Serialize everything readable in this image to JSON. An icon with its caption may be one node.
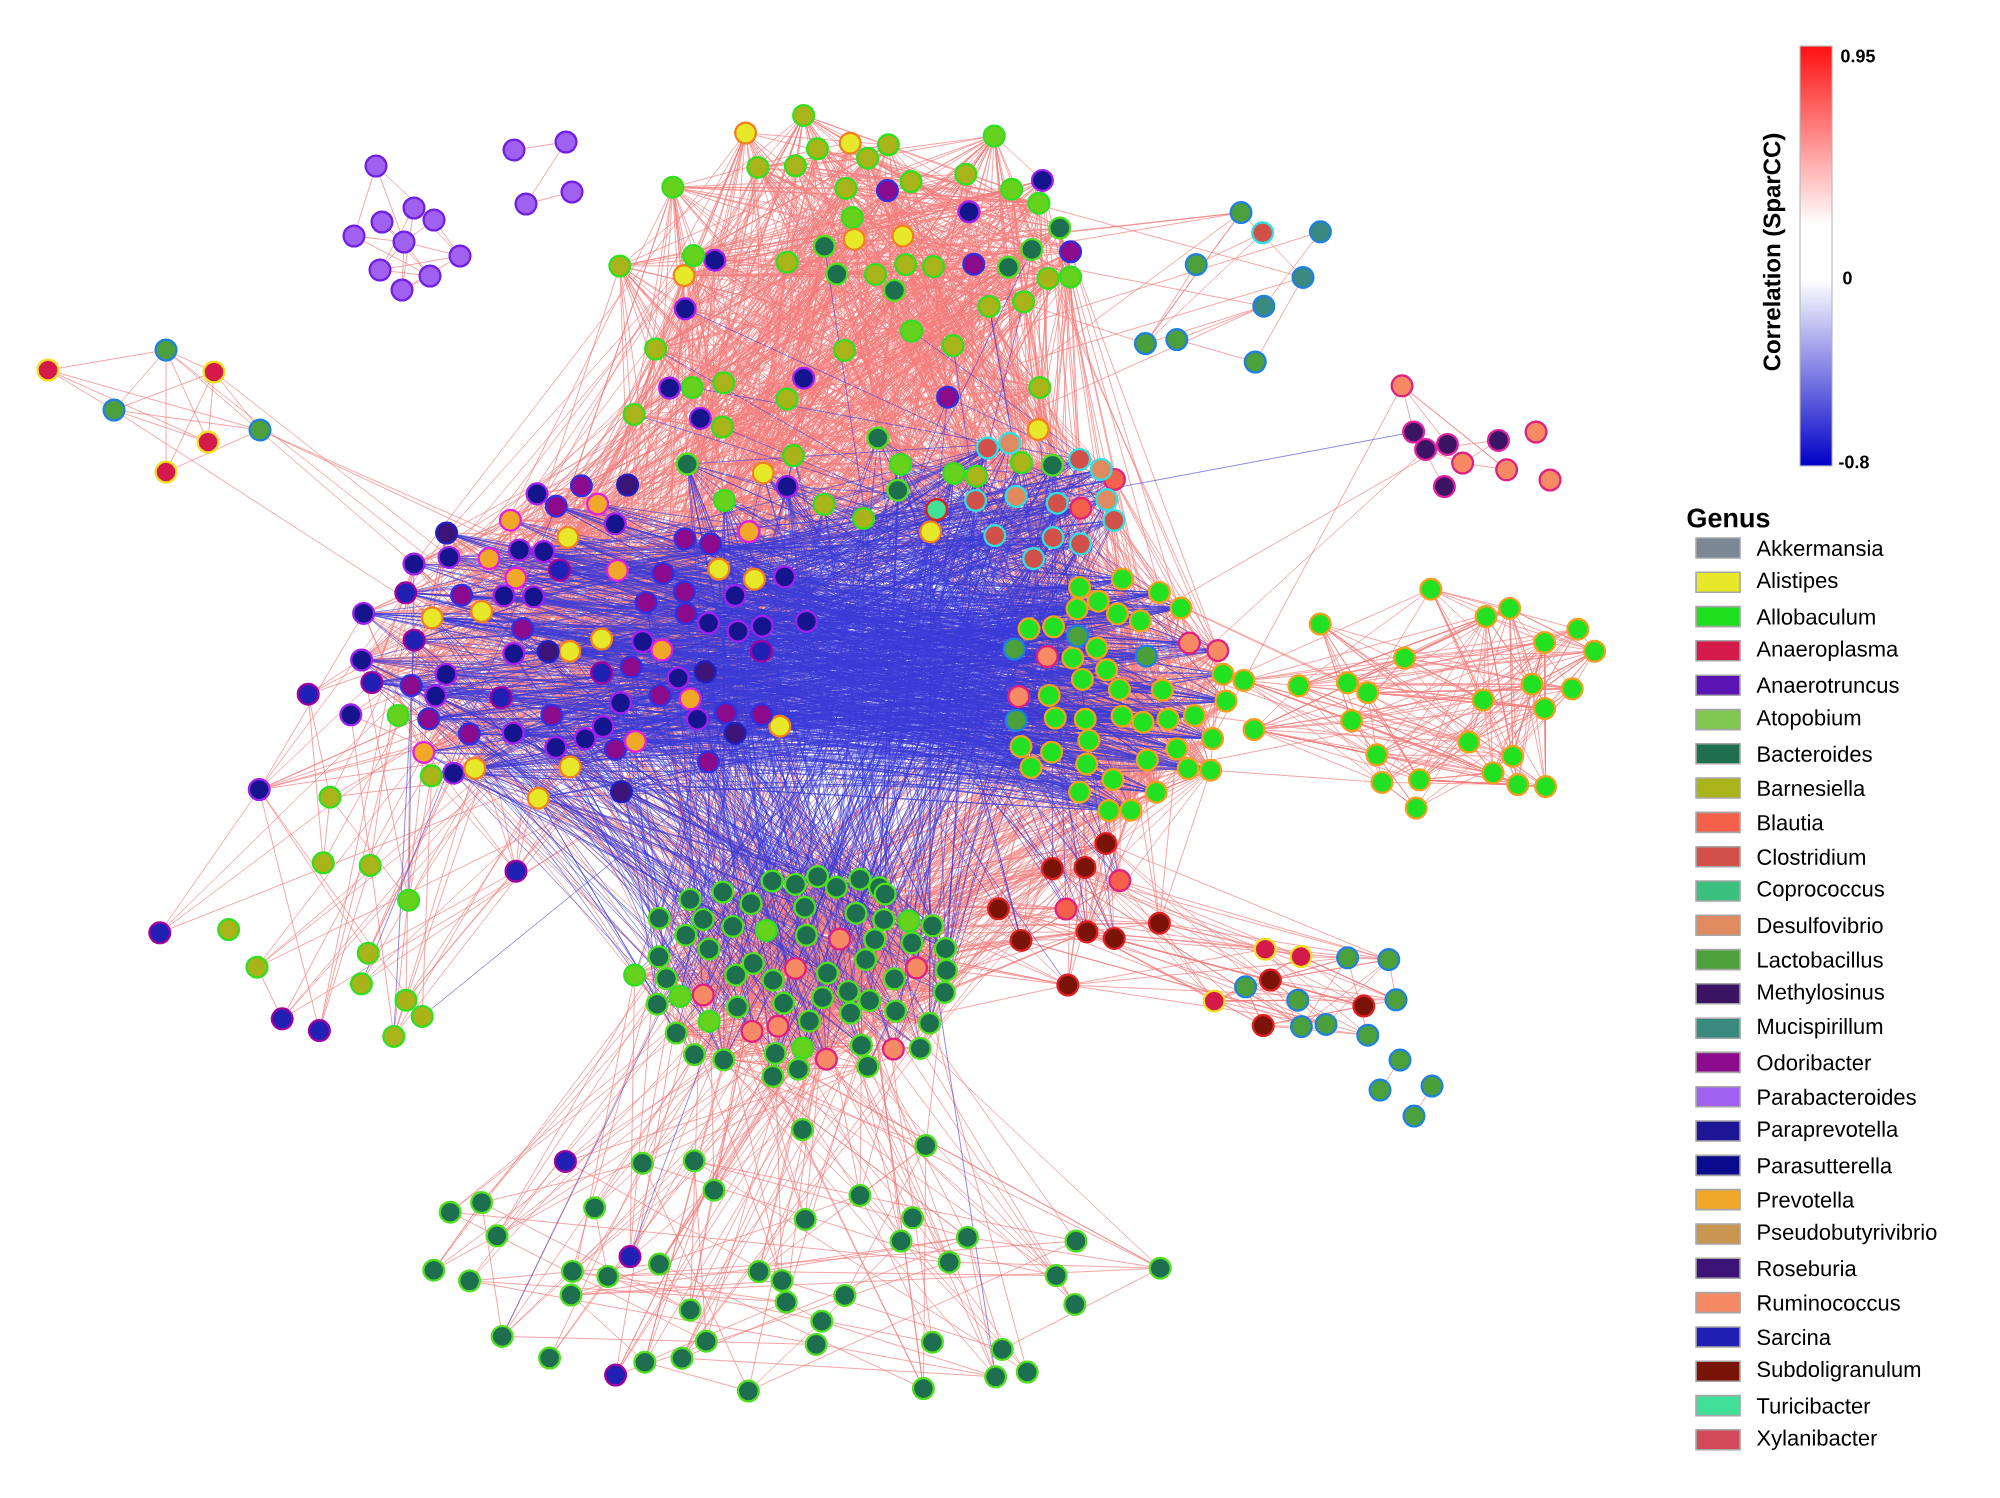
{
  "diagram": {
    "labels": [
      "0.95",
      "Correlation (SparCC)",
      "0",
      "-0.8",
      "Genus"
    ],
    "legend": [
      {
        "text": "Akkermansia",
        "color": "#7b8794"
      },
      {
        "text": "Alistipes",
        "color": "#e8e82a"
      },
      {
        "text": "Allobaculum",
        "color": "#1ee01e"
      },
      {
        "text": "Anaeroplasma",
        "color": "#d41a4a"
      },
      {
        "text": "Anaerotruncus",
        "color": "#5a14b4"
      },
      {
        "text": "Atopobium",
        "color": "#80c850"
      },
      {
        "text": "Bacteroides",
        "color": "#1e6e50"
      },
      {
        "text": "Barnesiella",
        "color": "#a8b41a"
      },
      {
        "text": "Blautia",
        "color": "#f5604a"
      },
      {
        "text": "Clostridium",
        "color": "#d2504a"
      },
      {
        "text": "Coprococcus",
        "color": "#3cc080"
      },
      {
        "text": "Desulfovibrio",
        "color": "#e08a60"
      },
      {
        "text": "Lactobacillus",
        "color": "#4ca03c"
      },
      {
        "text": "Methylosinus",
        "color": "#3c1464"
      },
      {
        "text": "Mucispirillum",
        "color": "#3a8a80"
      },
      {
        "text": "Odoribacter",
        "color": "#8c0a8c"
      },
      {
        "text": "Parabacteroides",
        "color": "#a060f0"
      },
      {
        "text": "Paraprevotella",
        "color": "#1e1496"
      },
      {
        "text": "Parasutterella",
        "color": "#0a0a8c"
      },
      {
        "text": "Prevotella",
        "color": "#f0a828"
      },
      {
        "text": "Pseudobutyrivibrio",
        "color": "#c89650"
      },
      {
        "text": "Roseburia",
        "color": "#3c1478"
      },
      {
        "text": "Ruminococcus",
        "color": "#f58a64"
      },
      {
        "text": "Sarcina",
        "color": "#2020b4"
      },
      {
        "text": "Subdoligranulum",
        "color": "#7a1408"
      },
      {
        "text": "Turicibacter",
        "color": "#40e098"
      },
      {
        "text": "Xylanibacter",
        "color": "#d04a5a"
      }
    ]
  }
}
